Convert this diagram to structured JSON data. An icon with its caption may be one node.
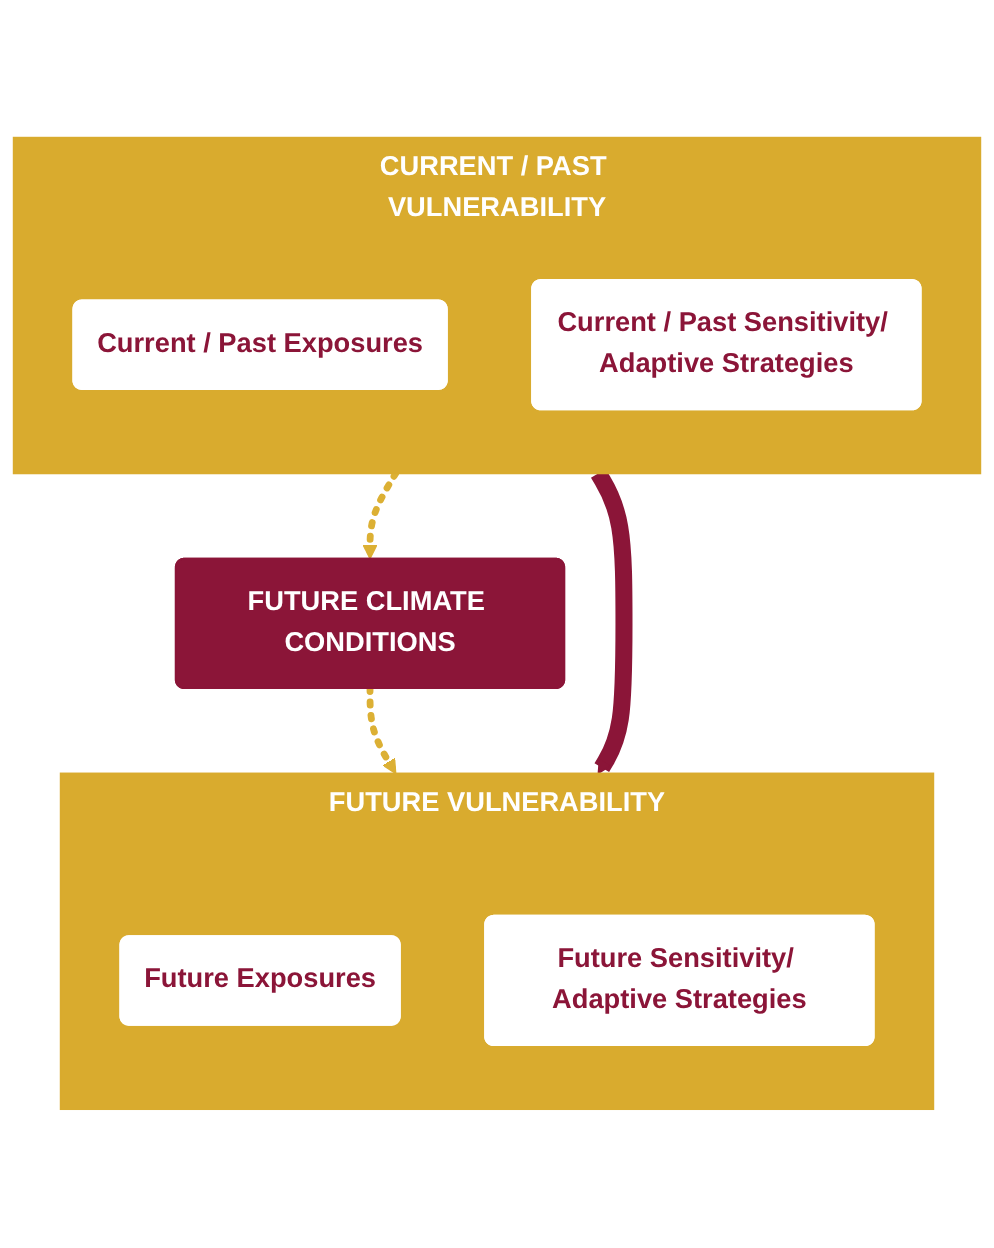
{
  "diagram": {
    "nodes": [
      {
        "text": [
          "CURRENT / PAST VULNERABILITY"
        ]
      },
      {
        "text": [
          "Current / Past Exposures"
        ],
        "in": 0
      },
      {
        "text": [
          "Current / Past Sensitivity/ Adaptive Strategies"
        ],
        "in": 0
      },
      {
        "text": [
          "FUTURE CLIMATE CONDITIONS"
        ]
      },
      {
        "text": [
          "FUTURE VULNERABILITY"
        ]
      },
      {
        "text": [
          "Future Exposures"
        ],
        "in": 4
      },
      {
        "text": [
          "Future Sensitivity/ Adaptive Strategies"
        ],
        "in": 4
      }
    ],
    "edges": [
      {
        "from": 0,
        "to": 3,
        "arrow": "to",
        "style": "dashed",
        "color": "#dcb034"
      },
      {
        "from": 3,
        "to": 4,
        "arrow": "to",
        "style": "dashed",
        "color": "#dcb034"
      },
      {
        "from": 0,
        "to": 4,
        "arrow": "to",
        "style": "thick",
        "color": "#8b1538"
      }
    ]
  }
}
